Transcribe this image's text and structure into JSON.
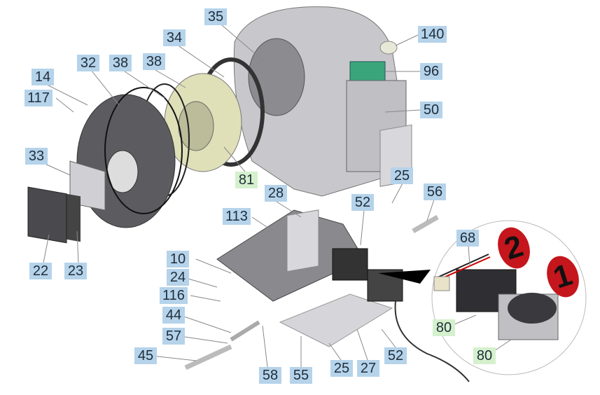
{
  "part_labels": {
    "p35": "35",
    "p34": "34",
    "p32": "32",
    "p38a": "38",
    "p38b": "38",
    "p14": "14",
    "p117": "117",
    "p140": "140",
    "p96": "96",
    "p50": "50",
    "p33": "33",
    "p81": "81",
    "p25a": "25",
    "p28": "28",
    "p56": "56",
    "p113": "113",
    "p52a": "52",
    "p68": "68",
    "p10": "10",
    "p24": "24",
    "p116": "116",
    "p44": "44",
    "p57": "57",
    "p45": "45",
    "p22": "22",
    "p23": "23",
    "p80a": "80",
    "p80b": "80",
    "p58": "58",
    "p55": "55",
    "p25b": "25",
    "p27": "27",
    "p52b": "52"
  },
  "badges": {
    "b2": "2",
    "b1": "1"
  },
  "colors": {
    "label_blue": "#b5d3ea",
    "label_green": "#d5f0cd",
    "badge_red": "#c4161c"
  }
}
